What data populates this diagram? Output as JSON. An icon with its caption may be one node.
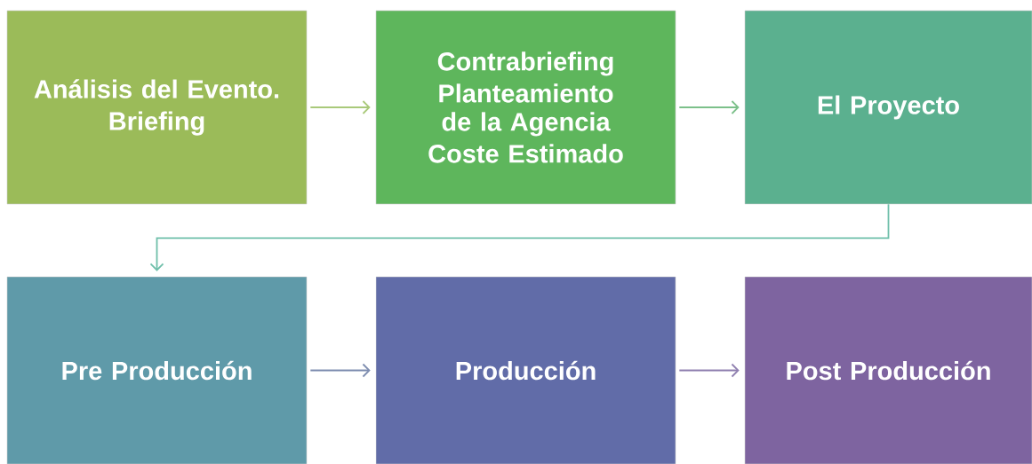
{
  "diagram": {
    "nodes": [
      {
        "text": [
          "Análisis del Evento.",
          "Briefing"
        ]
      },
      {
        "text": [
          "Contrabriefing",
          "Planteamiento de la Agencia",
          "Coste Estimado"
        ]
      },
      {
        "text": [
          "El Proyecto"
        ]
      },
      {
        "text": [
          "Pre Producción"
        ]
      },
      {
        "text": [
          "Producción"
        ]
      },
      {
        "text": [
          "Post Producción"
        ]
      }
    ],
    "edges": [
      {
        "from": 0,
        "to": 1,
        "arrow": "to",
        "color": "#a9c97a"
      },
      {
        "from": 1,
        "to": 2,
        "arrow": "to",
        "color": "#7cc08a"
      },
      {
        "from": 2,
        "to": 3,
        "arrow": "to",
        "color": "#6fbfaa"
      },
      {
        "from": 3,
        "to": 4,
        "arrow": "to",
        "color": "#7e8db0"
      },
      {
        "from": 4,
        "to": 5,
        "arrow": "to",
        "color": "#9080b0"
      }
    ]
  }
}
